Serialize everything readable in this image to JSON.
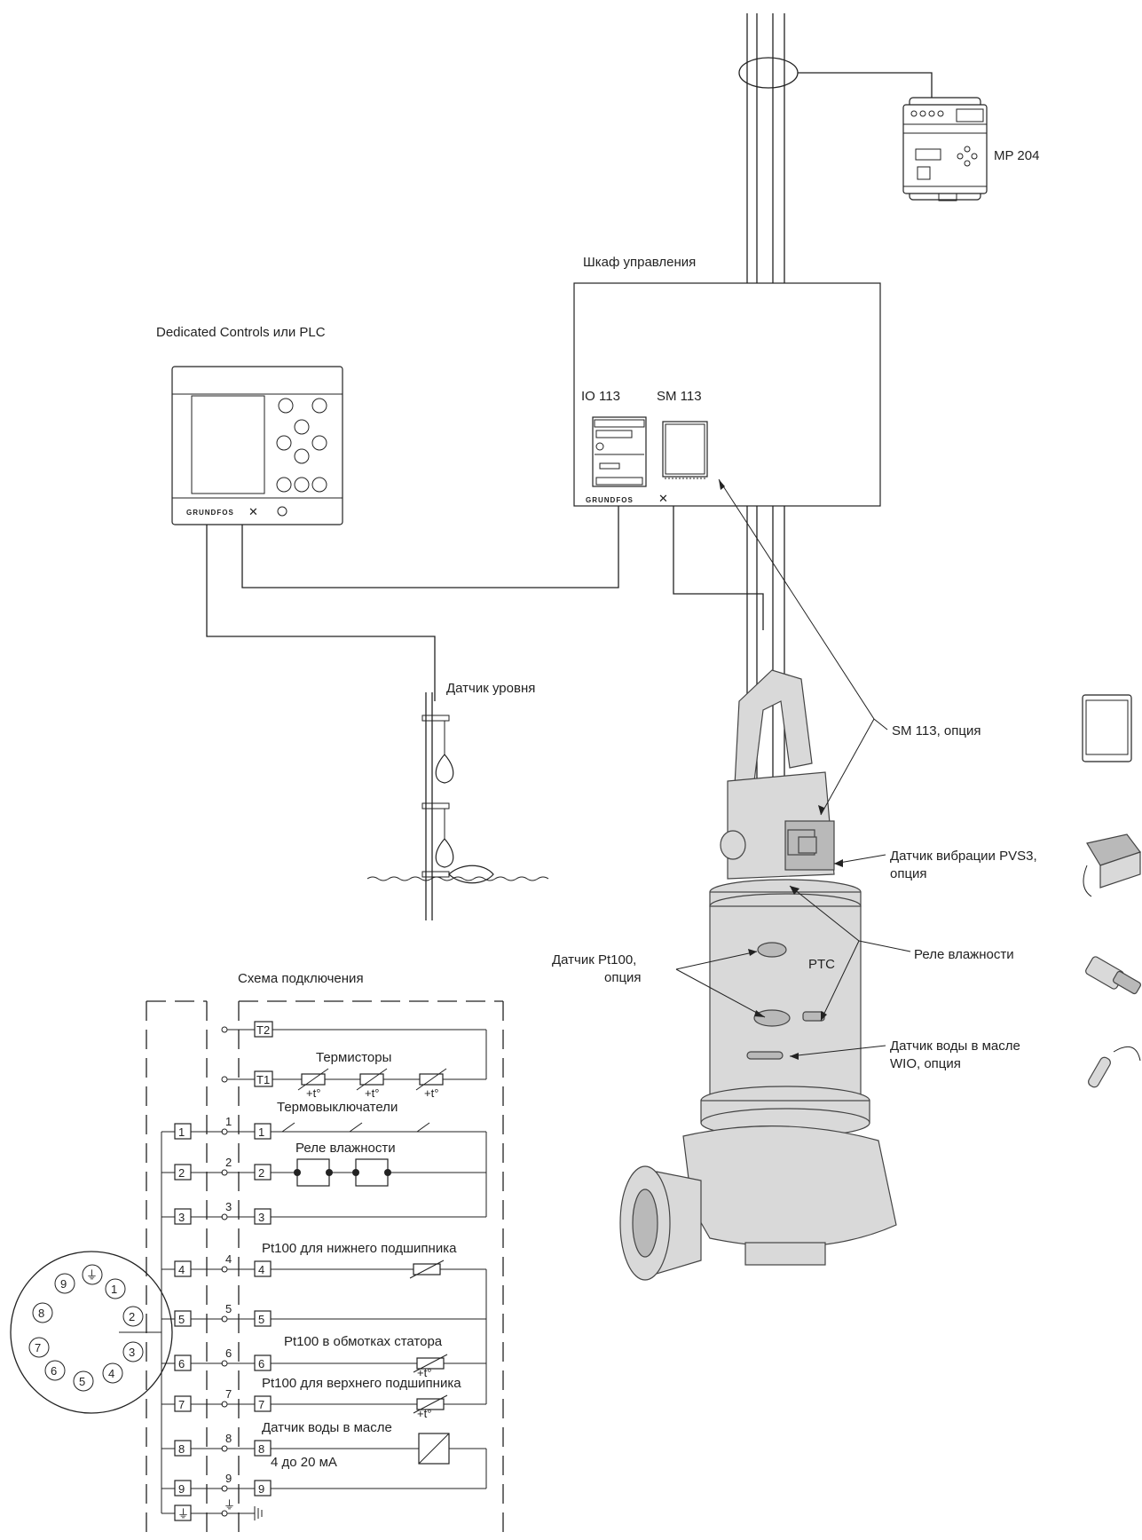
{
  "labels": {
    "mp204": "MP 204",
    "cabinet": "Шкаф управления",
    "dedicated": "Dedicated Controls или PLC",
    "io113": "IO 113",
    "sm113": "SM 113",
    "level_sensor": "Датчик уровня",
    "sm113_option": "SM 113, опция",
    "vibration_line1": "Датчик вибрации PVS3,",
    "vibration_line2": "опция",
    "moisture_relay": "Реле влажности",
    "pt100_line1": "Датчик Pt100,",
    "pt100_line2": "опция",
    "ptc": "PTC",
    "wio_line1": "Датчик воды в масле",
    "wio_line2": "WIO, опция",
    "brand": "GRUNDFOS"
  },
  "wiring": {
    "title": "Схема подключения",
    "thermistors": "Термисторы",
    "thermal_switches": "Термовыключатели",
    "moisture_relay": "Реле влажности",
    "pt100_lower": "Pt100 для нижнего подшипника",
    "pt100_stator": "Pt100 в обмотках статора",
    "pt100_upper": "Pt100 для верхнего подшипника",
    "water_in_oil": "Датчик воды в масле",
    "current_range": "4 до 20 мА",
    "temp_symbol": "+t°",
    "t1": "T1",
    "t2": "T2",
    "terminals": [
      "1",
      "2",
      "3",
      "4",
      "5",
      "6",
      "7",
      "8",
      "9"
    ],
    "connector_pins": [
      "9",
      "1",
      "2",
      "3",
      "4",
      "5",
      "6",
      "7",
      "8"
    ]
  }
}
